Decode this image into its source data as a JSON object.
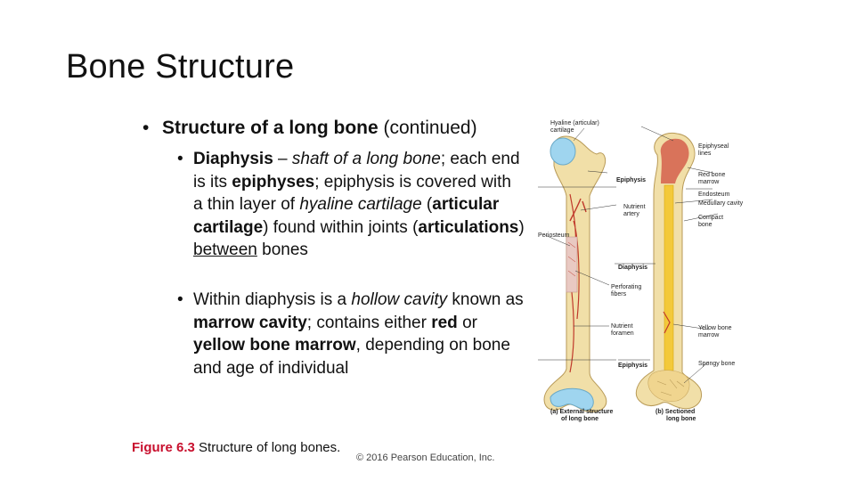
{
  "slide": {
    "title": "Bone Structure",
    "bullet1": {
      "bold": "Structure of a long bone",
      "rest": " (continued)"
    },
    "bullet2a": {
      "t1": "Diaphysis",
      "t2": " – ",
      "t3": "shaft of a long bone",
      "t4": "; each end is its ",
      "t5": "epiphyses",
      "t6": "; epiphysis is covered with a thin layer of ",
      "t7": "hyaline cartilage",
      "t8": " (",
      "t9": "articular cartilage",
      "t10": ") found within joints (",
      "t11": "articulations",
      "t12": ") ",
      "t13": "between",
      "t14": " bones"
    },
    "bullet2b": {
      "t1": "Within diaphysis is a ",
      "t2": "hollow cavity",
      "t3": " known as ",
      "t4": "marrow cavity",
      "t5": "; contains either ",
      "t6": "red",
      "t7": " or ",
      "t8": "yellow bone marrow",
      "t9": ", depending on bone and age of individual"
    },
    "figure_number": "Figure 6.3",
    "figure_caption": "  Structure of long bones.",
    "copyright": "© 2016 Pearson Education, Inc."
  },
  "figure": {
    "labels": {
      "hyaline1": "Hyaline (articular)",
      "hyaline2": "cartilage",
      "epiphyseal1": "Epiphyseal",
      "epiphyseal2": "lines",
      "epiphysis_top": "Epiphysis",
      "red_marrow1": "Red bone",
      "red_marrow2": "marrow",
      "endosteum": "Endosteum",
      "medullary": "Medullary cavity",
      "nutrient_artery1": "Nutrient",
      "nutrient_artery2": "artery",
      "compact1": "Compact",
      "compact2": "bone",
      "periosteum": "Periosteum",
      "diaphysis": "Diaphysis",
      "perforating1": "Perforating",
      "perforating2": "fibers",
      "nutrient_foramen1": "Nutrient",
      "nutrient_foramen2": "foramen",
      "yellow_marrow1": "Yellow bone",
      "yellow_marrow2": "marrow",
      "epiphysis_bottom": "Epiphysis",
      "spongy": "Spongy bone",
      "caption_a1": "(a) External structure",
      "caption_a2": "of long bone",
      "caption_b1": "(b) Sectioned",
      "caption_b2": "long bone"
    },
    "colors": {
      "bone": "#f1dfa8",
      "cartilage": "#9fd5ef",
      "red_marrow": "#d9735a",
      "yellow_marrow": "#f3c93a",
      "vessel": "#c0392b",
      "fig_number": "#c8102e"
    }
  }
}
